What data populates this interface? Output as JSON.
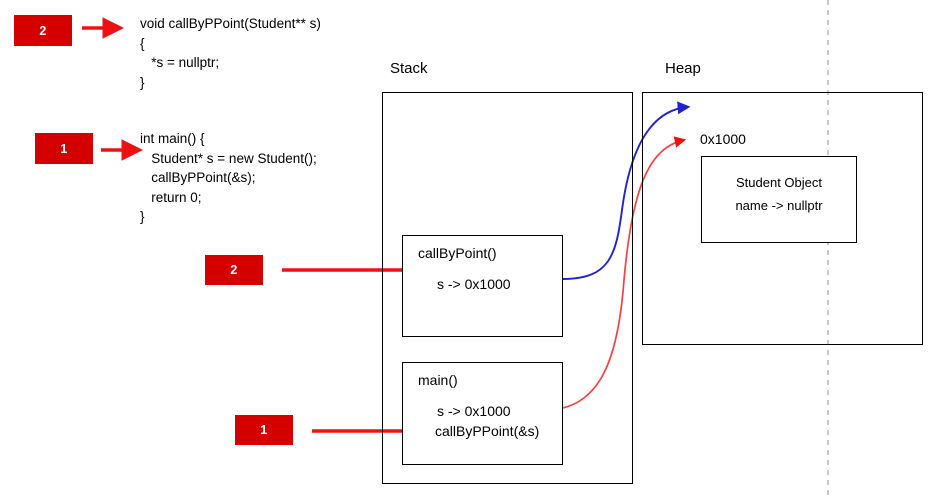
{
  "diagram": {
    "title": "Call by pointer-to-pointer memory diagram",
    "colors": {
      "badge_red": "#D40000",
      "arrow_red": "#EE1111",
      "arrow_blue": "#2222CC",
      "box_black": "#000000",
      "divider_gray": "#AAAAAA"
    }
  },
  "code": {
    "function_block": "void callByPPoint(Student** s)\n{\n   *s = nullptr;\n}",
    "main_block": "int main() {\n   Student* s = new Student();\n   callByPPoint(&s);\n   return 0;\n}"
  },
  "badges": {
    "code_func": "2",
    "code_main": "1",
    "stack_callee": "2",
    "stack_main": "1"
  },
  "regions": {
    "stack_label": "Stack",
    "heap_label": "Heap"
  },
  "stack": {
    "frames": [
      {
        "title": "callByPoint()",
        "lines": [
          "s -> 0x1000"
        ]
      },
      {
        "title": "main()",
        "lines": [
          "s -> 0x1000",
          "callByPPoint(&s)"
        ]
      }
    ]
  },
  "heap": {
    "address": "0x1000",
    "object": {
      "title": "Student Object",
      "field": "name -> nullptr"
    }
  }
}
